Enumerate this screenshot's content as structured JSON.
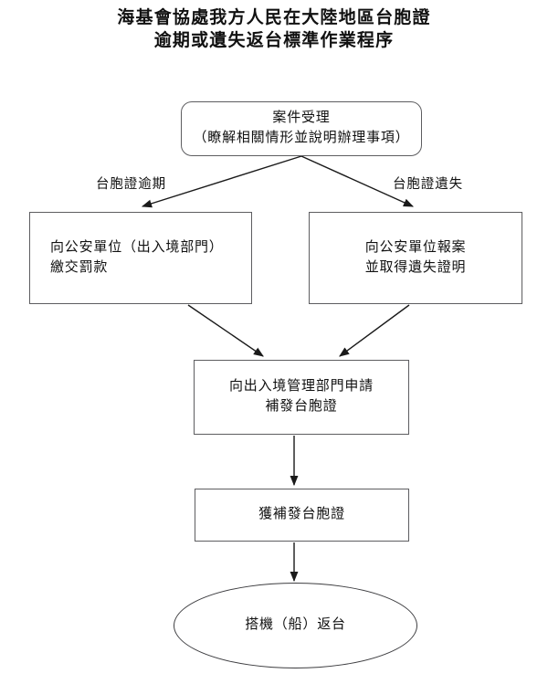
{
  "document": {
    "title_lines": [
      "海基會協處我方人民在大陸地區台胞證",
      "逾期或遺失返台標準作業程序"
    ]
  },
  "flowchart": {
    "type": "process-flow",
    "orientation": "top-to-bottom",
    "nodes": [
      {
        "id": "intake",
        "shape": "rounded-rectangle",
        "lines": [
          "案件受理",
          "（瞭解相關情形並說明辦理事項）"
        ]
      },
      {
        "id": "overdue",
        "shape": "rectangle",
        "lines": [
          "向公安單位（出入境部門）",
          "繳交罰款"
        ]
      },
      {
        "id": "lost",
        "shape": "rectangle",
        "lines": [
          "向公安單位報案",
          "並取得遺失證明"
        ]
      },
      {
        "id": "apply",
        "shape": "rectangle",
        "lines": [
          "向出入境管理部門申請",
          "補發台胞證"
        ]
      },
      {
        "id": "reissued",
        "shape": "rectangle",
        "lines": [
          "獲補發台胞證"
        ]
      },
      {
        "id": "return",
        "shape": "ellipse",
        "lines": [
          "搭機（船）返台"
        ]
      }
    ],
    "edge_labels": {
      "branch_left": "台胞證逾期",
      "branch_right": "台胞證遺失"
    },
    "edges": [
      {
        "from": "intake",
        "to": "overdue",
        "label": "台胞證逾期"
      },
      {
        "from": "intake",
        "to": "lost",
        "label": "台胞證遺失"
      },
      {
        "from": "overdue",
        "to": "apply",
        "label": ""
      },
      {
        "from": "lost",
        "to": "apply",
        "label": ""
      },
      {
        "from": "apply",
        "to": "reissued",
        "label": ""
      },
      {
        "from": "reissued",
        "to": "return",
        "label": ""
      }
    ],
    "colors": {
      "background": "#ffffff",
      "text": "#111111",
      "box_border": "#5d5d60",
      "ellipse_border": "#3d3d40",
      "connector": "#1a1a1a"
    }
  }
}
